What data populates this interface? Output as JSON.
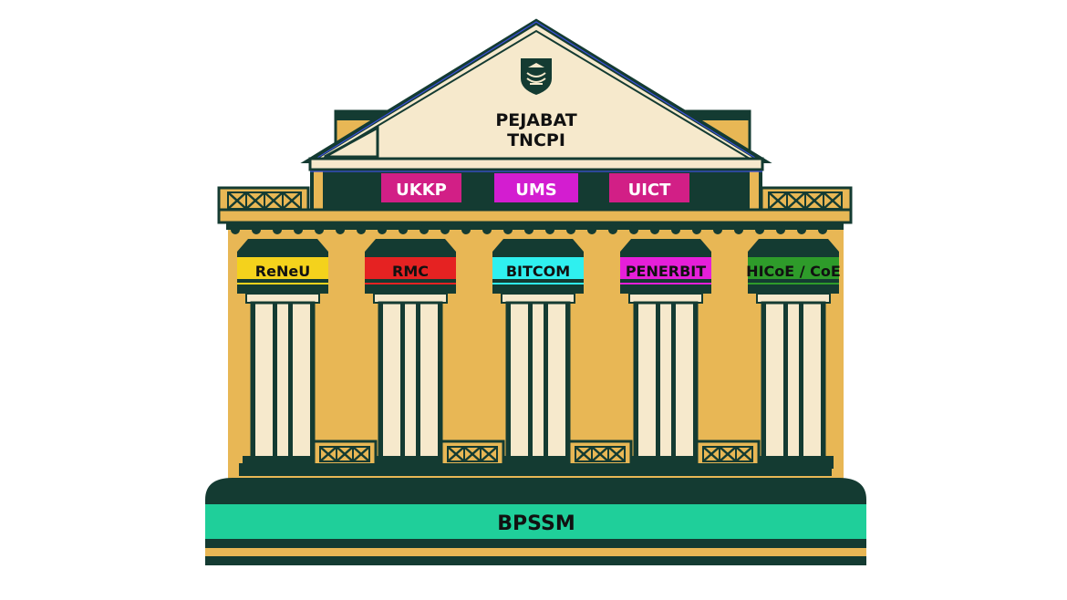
{
  "pediment": {
    "title_line1": "PEJABAT",
    "title_line2": "TNCPI",
    "logo_icon": "university-crest-icon"
  },
  "frieze_units": [
    {
      "label": "UKKP",
      "color": "#d21f86"
    },
    {
      "label": "UMS",
      "color": "#d31dd0"
    },
    {
      "label": "UICT",
      "color": "#d21f86"
    }
  ],
  "pillars": [
    {
      "label": "ReNeU",
      "color": "#f4d21c",
      "text_color": "#111111"
    },
    {
      "label": "RMC",
      "color": "#e52222",
      "text_color": "#111111"
    },
    {
      "label": "BITCOM",
      "color": "#2ff0ef",
      "text_color": "#111111"
    },
    {
      "label": "PENERBIT",
      "color": "#e61fd9",
      "text_color": "#111111"
    },
    {
      "label": "HICoE / CoE",
      "color": "#2e9b2a",
      "text_color": "#111111"
    }
  ],
  "base": {
    "label": "BPSSM",
    "color": "#1fcf9a"
  },
  "colors": {
    "dark": "#143b32",
    "gold": "#e8b755",
    "cream": "#f6e9cc",
    "outline": "#3b4fd9"
  }
}
